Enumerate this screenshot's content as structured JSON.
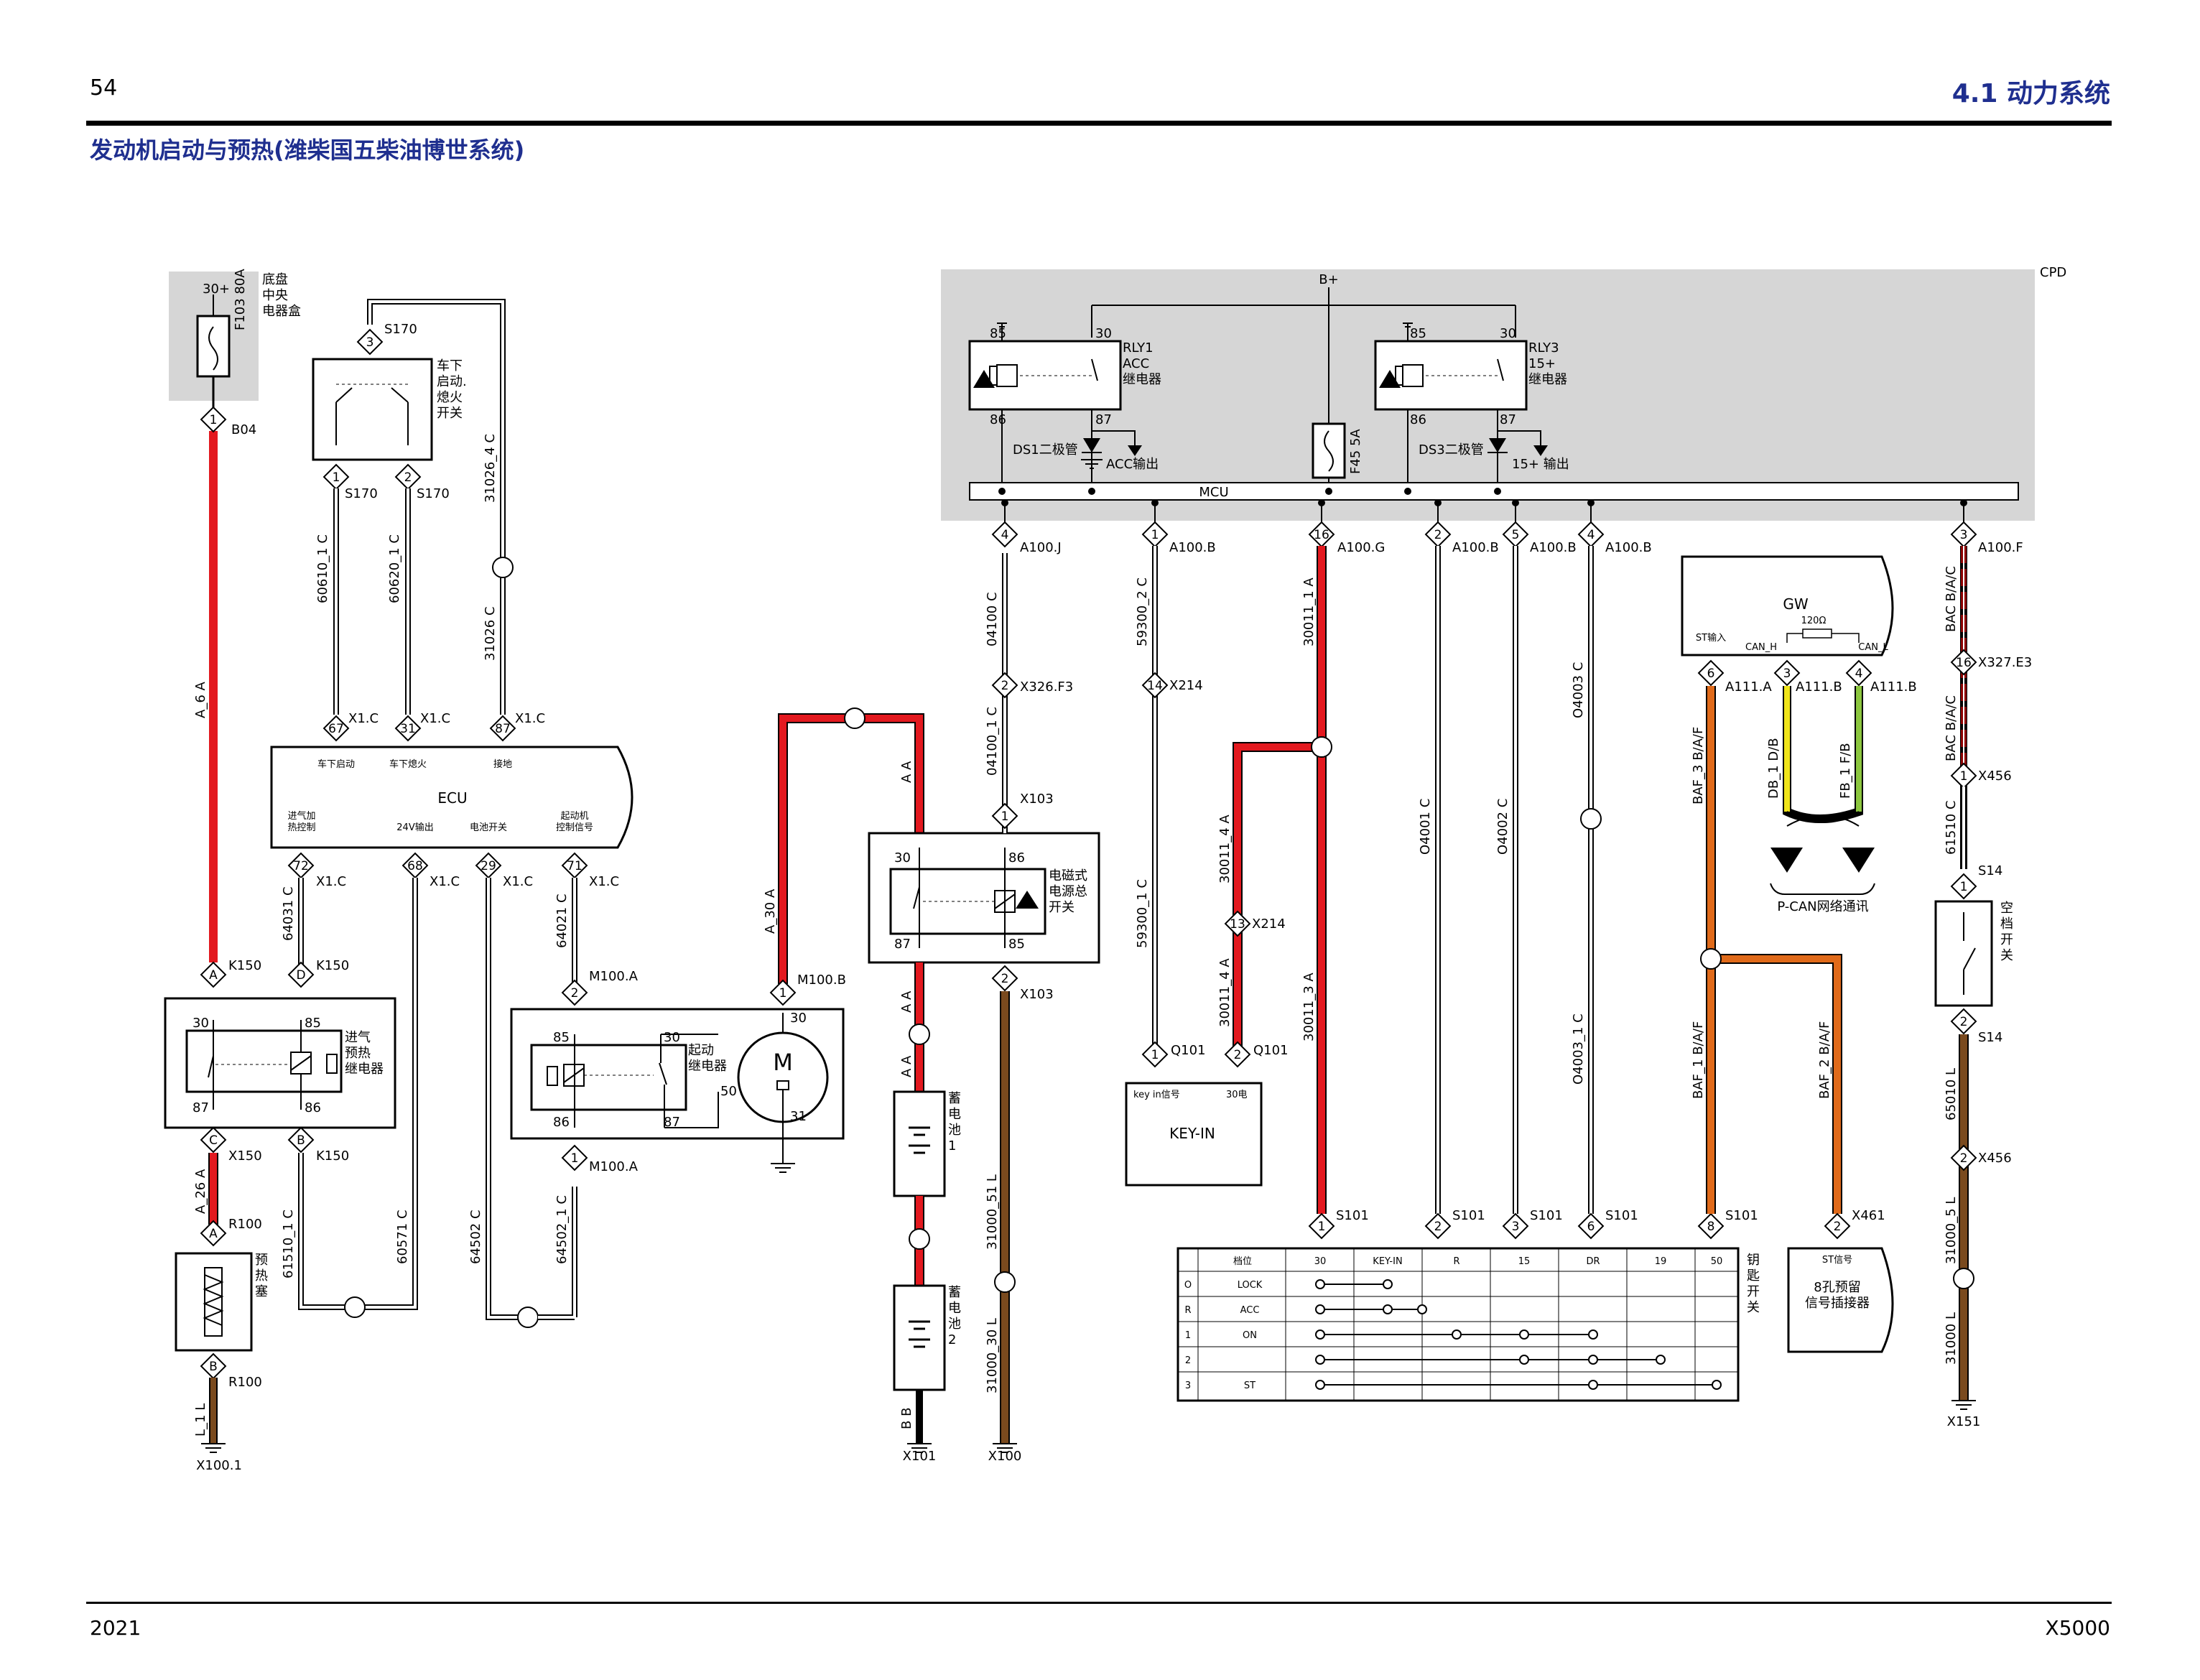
{
  "header": {
    "page_number": "54",
    "section": "4.1 动力系统",
    "title": "发动机启动与预热(潍柴国五柴油博世系统)"
  },
  "footer": {
    "year": "2021",
    "model": "X5000"
  },
  "left_box": {
    "title": "底盘\n中央\n电器盒",
    "supply": "30+",
    "fuse": "F103  80A",
    "pin": "1",
    "connector": "B04"
  },
  "ignition_switch_lower": {
    "label": "车下\n启动.\n熄火\n开关",
    "pin_top": "3",
    "conn_top": "S170",
    "pin_a": "1",
    "pin_b": "2",
    "conn_a": "S170",
    "conn_b": "S170"
  },
  "wires_left": {
    "w1": "A_6  A",
    "w2": "60610_1  C",
    "w3": "60620_1  C",
    "w4": "31026_4  C",
    "w5": "31026  C",
    "w6": "64031  C",
    "w7": "64021  C",
    "w8": "A_26  A",
    "w9": "61510_1  C",
    "w10": "60571  C",
    "w11": "64502  C",
    "w12": "64502_1  C",
    "w13": "L_1  L"
  },
  "ecu": {
    "label": "ECU",
    "top_pins": [
      {
        "pin": "67",
        "conn": "X1.C",
        "label": "车下启动"
      },
      {
        "pin": "31",
        "conn": "X1.C",
        "label": "车下熄火"
      },
      {
        "pin": "87",
        "conn": "X1.C",
        "label": "接地"
      }
    ],
    "bottom_pins": [
      {
        "pin": "72",
        "conn": "X1.C",
        "label": "进气加\n热控制"
      },
      {
        "pin": "68",
        "conn": "X1.C",
        "label": "24V输出"
      },
      {
        "pin": "29",
        "conn": "X1.C",
        "label": "电池开关"
      },
      {
        "pin": "71",
        "conn": "X1.C",
        "label": "起动机\n控制信号"
      }
    ]
  },
  "preheat_relay": {
    "label": "进气\n预热\n继电器",
    "pins": {
      "p30": "30",
      "p85": "85",
      "p87": "87",
      "p86": "86"
    },
    "connectors": [
      {
        "pin": "A",
        "conn": "K150"
      },
      {
        "pin": "D",
        "conn": "K150"
      },
      {
        "pin": "C",
        "conn": "X150"
      },
      {
        "pin": "B",
        "conn": "K150"
      }
    ]
  },
  "glow_plug": {
    "label": "预\n热\n塞",
    "pin_top": "A",
    "conn_top": "R100",
    "pin_bottom": "B",
    "conn_bottom": "R100",
    "upper_pin": "A",
    "upper_conn": "R100",
    "ground": "X100.1"
  },
  "starter": {
    "relay_label": "起动\n继电器",
    "motor": "M",
    "pins": {
      "p30": "30",
      "p85": "85",
      "p86": "86",
      "p87": "87",
      "p50": "50",
      "p31": "31",
      "p30m": "30"
    },
    "conn_top": {
      "pin": "2",
      "conn": "M100.A"
    },
    "conn_bottom": {
      "pin": "1",
      "conn": "M100.A"
    },
    "conn_main": {
      "pin": "1",
      "conn": "M100.B"
    }
  },
  "battery_circuit": {
    "w_a30": "A_30  A",
    "w_aa1": "A  A",
    "w_aa2": "A  A",
    "w_aa3": "A  A",
    "w_bb": "B  B",
    "battery1": "蓄\n电\n池\n1",
    "battery2": "蓄\n电\n池\n2",
    "ground1": "X101",
    "ground2": "X100",
    "main_switch": "电磁式\n电源总\n开关",
    "ms_pins": {
      "p30": "30",
      "p86": "86",
      "p87": "87",
      "p85": "85"
    },
    "conn1": {
      "pin": "1",
      "conn": "X103"
    },
    "conn2": {
      "pin": "2",
      "conn": "X103"
    },
    "w_04100": "04100  C",
    "w_04100_1": "04100_1  C",
    "conn_x326": {
      "pin": "2",
      "conn": "X326.F3"
    },
    "w_31000_51": "31000_51  L",
    "w_31000_30": "31000_30  L"
  },
  "cpd": {
    "label": "CPD",
    "bplus": "B+",
    "mcu": "MCU",
    "rly1": {
      "name": "RLY1\nACC\n继电器",
      "p85": "85",
      "p30": "30",
      "p86": "86",
      "p87": "87",
      "diode": "DS1二极管",
      "out": "ACC输出"
    },
    "rly3": {
      "name": "RLY3\n15+\n继电器",
      "p85": "85",
      "p30": "30",
      "p86": "86",
      "p87": "87",
      "diode": "DS3二极管",
      "out": "15+ 输出"
    },
    "fuse": "F45  5A"
  },
  "cpd_pins": [
    {
      "pin": "4",
      "conn": "A100.J"
    },
    {
      "pin": "1",
      "conn": "A100.B"
    },
    {
      "pin": "16",
      "conn": "A100.G"
    },
    {
      "pin": "2",
      "conn": "A100.B"
    },
    {
      "pin": "5",
      "conn": "A100.B"
    },
    {
      "pin": "4",
      "conn": "A100.B"
    },
    {
      "pin": "3",
      "conn": "A100.F"
    }
  ],
  "middle_wires": {
    "w_59300_2": "59300_2  C",
    "w_59300_1": "59300_1  C",
    "x214": {
      "pin": "14",
      "conn": "X214"
    },
    "w_30011_1": "30011_1  A",
    "w_30011_4": "30011_4  A",
    "w_30011_4b": "30011_4  A",
    "w_30011_3": "30011_3  A",
    "x214b": {
      "pin": "13",
      "conn": "X214"
    },
    "w_O4001": "O4001  C",
    "w_O4002": "O4002  C",
    "w_O4003": "O4003  C",
    "w_O4003_1": "O4003_1  C"
  },
  "key_in": {
    "label": "KEY-IN",
    "left": "key  in信号",
    "right": "30电",
    "pin1": "1",
    "pin2": "2",
    "conn1": "Q101",
    "conn2": "Q101"
  },
  "key_switch": {
    "label": "钥\n匙\n开\n关",
    "headers": [
      "档位",
      "30",
      "KEY-IN",
      "R",
      "15",
      "DR",
      "19",
      "50"
    ],
    "rows": [
      [
        "O",
        "LOCK"
      ],
      [
        "R",
        "ACC"
      ],
      [
        "1",
        "ON"
      ],
      [
        "2",
        ""
      ],
      [
        "3",
        "ST"
      ]
    ],
    "pins": [
      {
        "pin": "1",
        "conn": "S101"
      },
      {
        "pin": "2",
        "conn": "S101"
      },
      {
        "pin": "3",
        "conn": "S101"
      },
      {
        "pin": "6",
        "conn": "S101"
      },
      {
        "pin": "8",
        "conn": "S101"
      }
    ]
  },
  "gw": {
    "label": "GW",
    "resistor": "120Ω",
    "st": "ST输入",
    "can_h": "CAN_H",
    "can_l": "CAN_L",
    "pins": [
      {
        "pin": "6",
        "conn": "A111.A"
      },
      {
        "pin": "3",
        "conn": "A111.B"
      },
      {
        "pin": "4",
        "conn": "A111.B"
      }
    ],
    "w_db": "DB_1  D/B",
    "w_fb": "FB_1  F/B",
    "pcan": "P-CAN网络通讯",
    "w_baf3": "BAF_3  B/A/F",
    "w_baf1": "BAF_1  B/A/F",
    "w_baf2": "BAF_2  B/A/F",
    "x461": {
      "pin": "2",
      "conn": "X461"
    },
    "reserve_label": "8孔预留\n信号插接器",
    "reserve_st": "ST信号"
  },
  "right_circuit": {
    "w_bac1": "BAC  B/A/C",
    "w_bac2": "BAC  B/A/C",
    "x327": {
      "pin": "16",
      "conn": "X327.E3"
    },
    "x456a": {
      "pin": "1",
      "conn": "X456"
    },
    "w_61510": "61510  C",
    "s14a": {
      "pin": "1",
      "conn": "S14"
    },
    "neutral": "空\n档\n开\n关",
    "s14b": {
      "pin": "2",
      "conn": "S14"
    },
    "w_65010": "65010  L",
    "x456b": {
      "pin": "2",
      "conn": "X456"
    },
    "w_31000_5": "31000_5  L",
    "w_31000": "31000  L",
    "ground": "X151"
  },
  "colors": {
    "red": "#e3191f",
    "brown": "#7a4a1e",
    "orange": "#e06a1a",
    "yellow": "#f0e51a",
    "green": "#8cc63f",
    "gray": "#d6d6d6",
    "blue": "#1f2f8f"
  }
}
